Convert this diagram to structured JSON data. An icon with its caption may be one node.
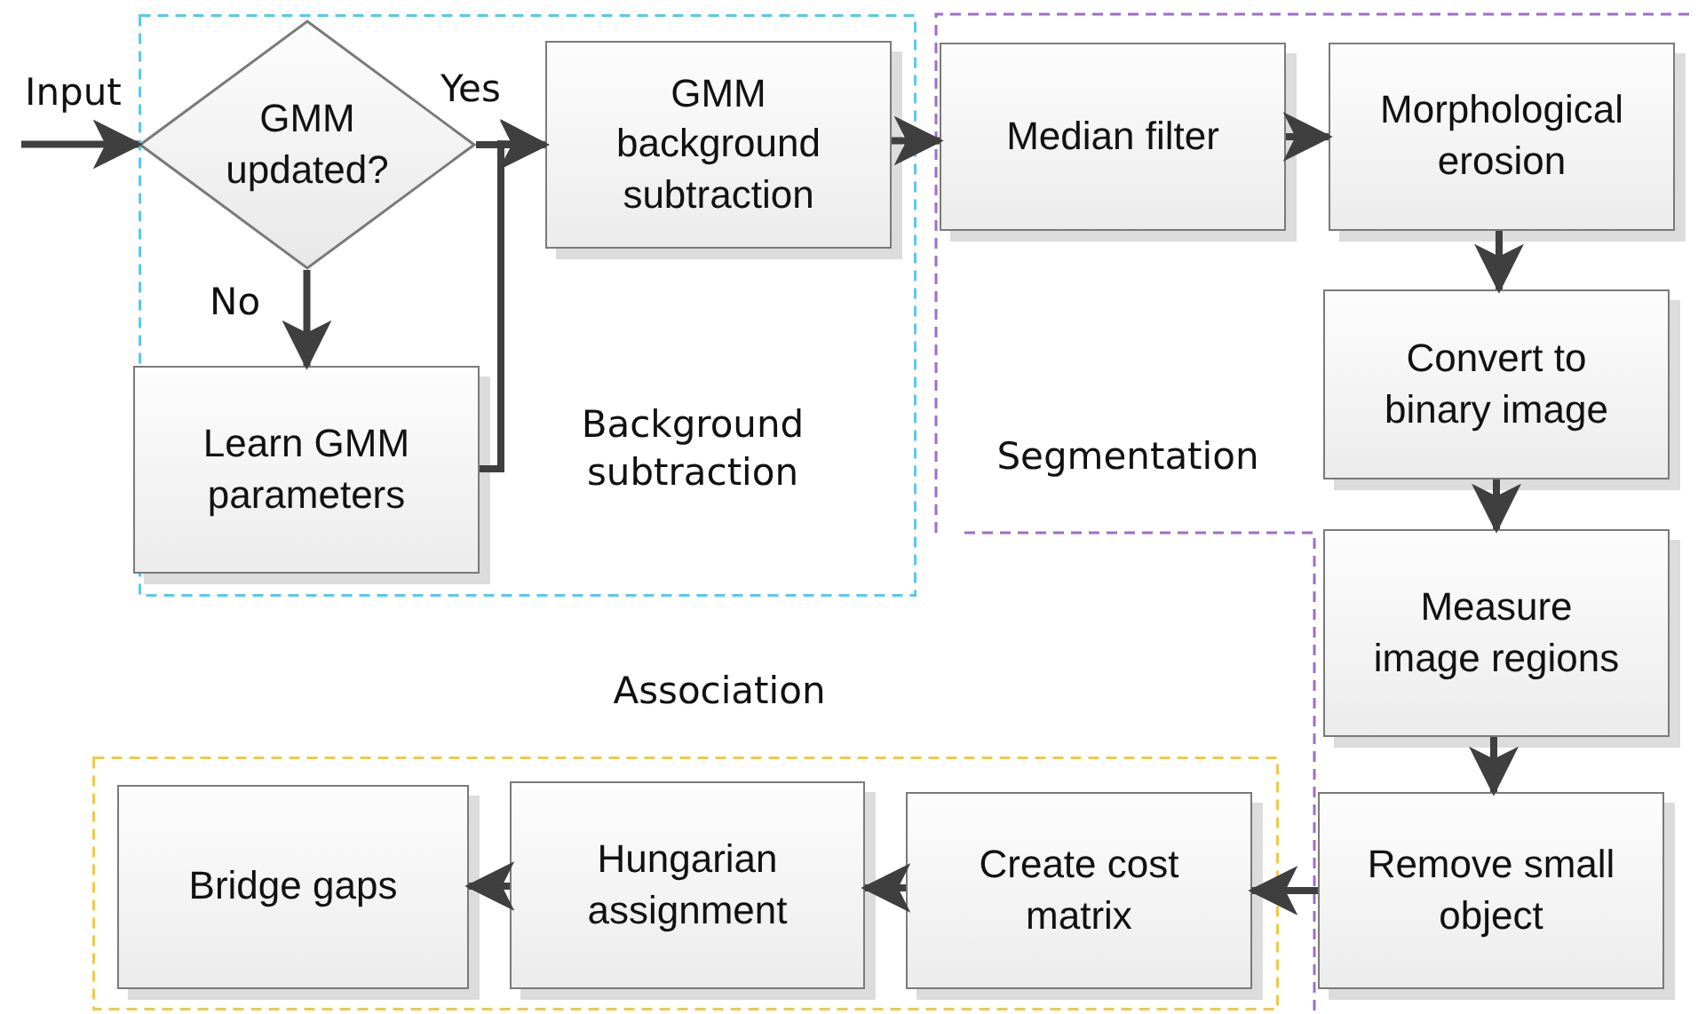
{
  "diagram": {
    "nodes": [
      {
        "text": [
          "Background subtraction"
        ]
      },
      {
        "text": [
          "GMM updated?"
        ],
        "in": 0
      },
      {
        "text": [
          "Learn GMM parameters"
        ],
        "in": 0
      },
      {
        "text": [
          "GMM background subtraction"
        ],
        "in": 0
      },
      {
        "text": [
          "Segmentation"
        ]
      },
      {
        "text": [
          "Median filter"
        ],
        "in": 4
      },
      {
        "text": [
          "Morphological erosion"
        ],
        "in": 4
      },
      {
        "text": [
          "Convert to binary image"
        ],
        "in": 4
      },
      {
        "text": [
          "Measure image regions"
        ],
        "in": 4
      },
      {
        "text": [
          "Remove small object"
        ],
        "in": 4
      },
      {
        "text": [
          "Association"
        ]
      },
      {
        "text": [
          "Create cost matrix"
        ],
        "in": 10
      },
      {
        "text": [
          "Hungarian assignment"
        ],
        "in": 10
      },
      {
        "text": [
          "Bridge gaps"
        ],
        "in": 10
      }
    ],
    "edges": [
      {
        "from": null,
        "to": 1,
        "arrow": "to",
        "label": "Input"
      },
      {
        "from": 1,
        "to": 3,
        "arrow": "to",
        "label": "Yes"
      },
      {
        "from": 1,
        "to": 2,
        "arrow": "to",
        "label": "No"
      },
      {
        "from": 2,
        "to": 3,
        "arrow": "to"
      },
      {
        "from": 3,
        "to": 5,
        "arrow": "to"
      },
      {
        "from": 5,
        "to": 6,
        "arrow": "to"
      },
      {
        "from": 6,
        "to": 7,
        "arrow": "to"
      },
      {
        "from": 7,
        "to": 8,
        "arrow": "to"
      },
      {
        "from": 8,
        "to": 9,
        "arrow": "to"
      },
      {
        "from": 9,
        "to": 11,
        "arrow": "to"
      },
      {
        "from": 11,
        "to": 12,
        "arrow": "to"
      },
      {
        "from": 12,
        "to": 13,
        "arrow": "to"
      }
    ]
  }
}
